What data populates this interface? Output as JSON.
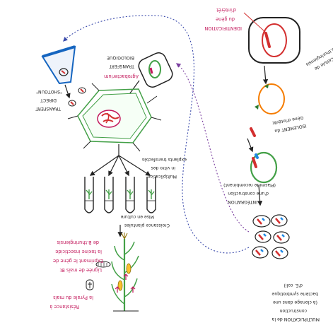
{
  "labels": {
    "identification": "IDENTIFICATION",
    "identification_sub1": "du gène",
    "identification_sub2": "d'intérêt",
    "cellule1": "Cellule de",
    "cellule2": "B.thuringiensis",
    "isolement1": "ISOLEMENT du",
    "isolement2": "Gène d'intérêt",
    "integration1": "INTÉGRATION",
    "integration2": "d'une construction",
    "integration3": "(Plasmide recombinant)",
    "multiplication1": "MULTIPLICATION de la",
    "multiplication2": "construction",
    "multiplication3": "(à clonage dans une",
    "multiplication4": "bactérie symbiotique",
    "multiplication5": "d'E. coli)",
    "transfert_bio1": "TRANSFERT",
    "transfert_bio2": "BIOLOGIQUE",
    "agrobacterium": "Agrobacterium",
    "transfert_direct1": "TRANSFERT",
    "transfert_direct2": "DIRECT",
    "transfert_direct3": "\"SHOTGUN\"",
    "multi_vitro1": "Multiplication",
    "multi_vitro2": "in vitro des",
    "multi_vitro3": "explants transfectés",
    "croissance1": "Croissance plantules",
    "croissance2": "Mise en culture",
    "mais1": "Lignée de maïs Bt",
    "mais2": "Exprimant le gène de",
    "mais3": "la toxine insecticide",
    "mais4": "de B.thuringiensis",
    "resistance1": "Résistance à",
    "resistance2": "la Pyrale du maïs"
  }
}
